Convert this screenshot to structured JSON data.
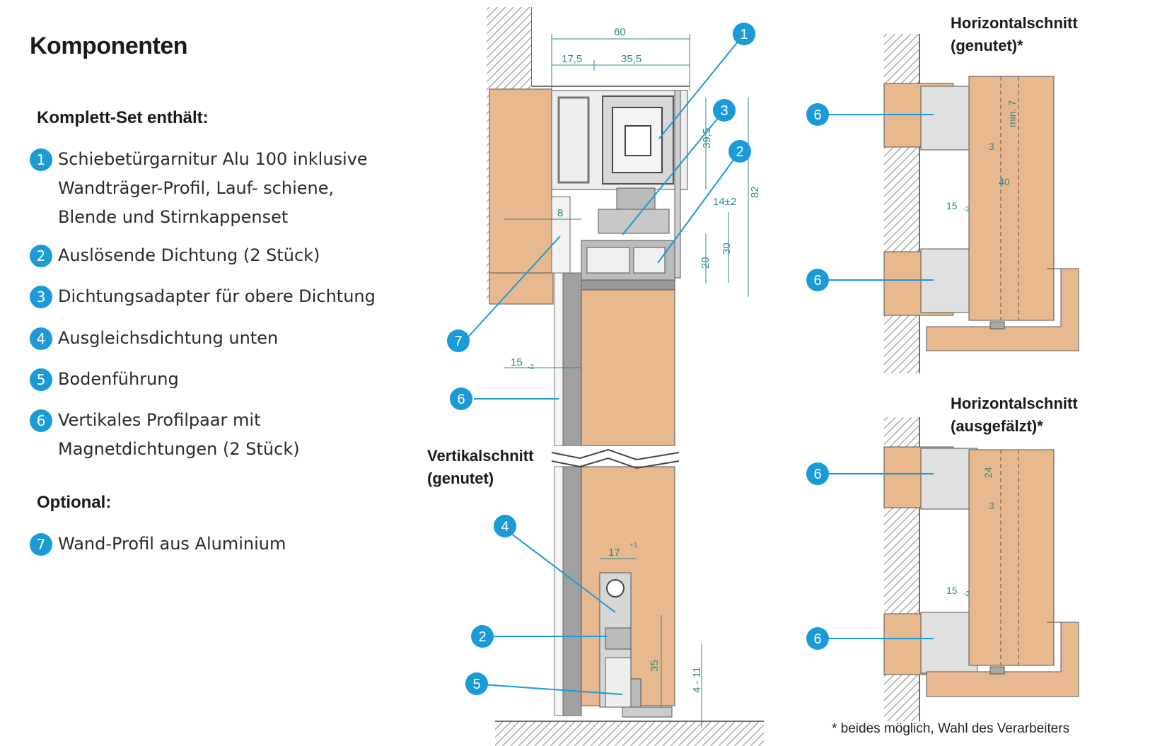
{
  "heading": "Komponenten",
  "set_heading": "Komplett-Set enthält:",
  "optional_heading": "Optional:",
  "items": [
    {
      "num": "1",
      "text": "Schiebetürgarnitur Alu 100 inklusive Wandträger-Profil, Lauf- schiene, Blende und Stirnkappenset"
    },
    {
      "num": "2",
      "text": "Auslösende Dichtung (2 Stück)"
    },
    {
      "num": "3",
      "text": "Dichtungsadapter für obere Dichtung"
    },
    {
      "num": "4",
      "text": "Ausgleichsdichtung unten"
    },
    {
      "num": "5",
      "text": "Bodenführung"
    },
    {
      "num": "6",
      "text": "Vertikales Profilpaar mit Magnetdichtungen (2 Stück)"
    }
  ],
  "optional_items": [
    {
      "num": "7",
      "text": "Wand-Profil aus Aluminium"
    }
  ],
  "vertical_section": {
    "line1": "Vertikalschnitt",
    "line2": "(genutet)"
  },
  "horizontal_grooved": {
    "line1": "Horizontalschnitt",
    "line2": "(genutet)*"
  },
  "horizontal_rebated": {
    "line1": "Horizontalschnitt",
    "line2": "(ausgefälzt)*"
  },
  "footnote": "* beides möglich, Wahl des Verarbeiters",
  "dimensions": {
    "d60": "60",
    "d17_5": "17,5",
    "d35_5": "35,5",
    "d39_5": "39,5",
    "d82": "82",
    "d14": "14±2",
    "d8": "8",
    "d20": "20",
    "d30": "30",
    "d15": "15",
    "sub_m2": "-2",
    "d17": "17",
    "sup_p1": "+1",
    "d35": "35",
    "d4_11": "4 - 11",
    "dmin7": "min. 7",
    "d3": "3",
    "d40": "40",
    "d24": "24"
  },
  "colors": {
    "accent": "#1a9ad6",
    "wood": "#e8b98e",
    "dim": "#2c8a8a"
  }
}
